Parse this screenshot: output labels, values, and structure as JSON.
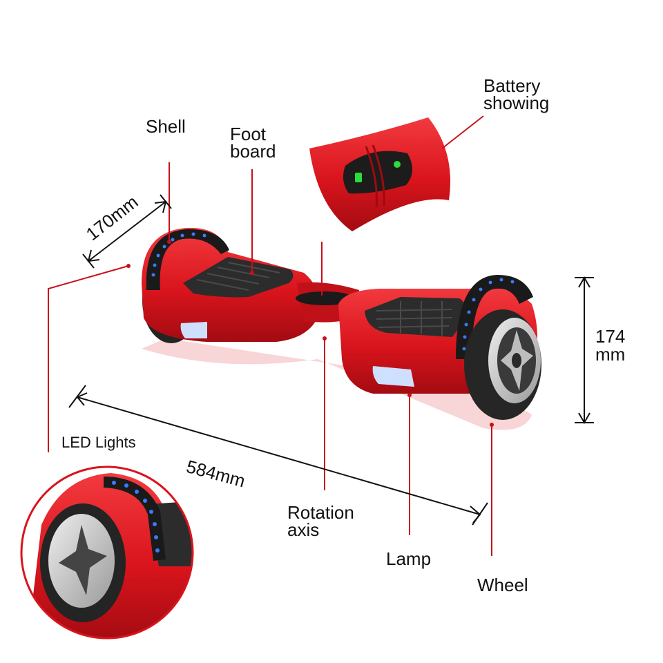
{
  "labels": {
    "shell": "Shell",
    "foot_board_1": "Foot",
    "foot_board_2": "board",
    "battery_1": "Battery",
    "battery_2": "showing",
    "width_dim": "170mm",
    "height_dim_1": "174",
    "height_dim_2": "mm",
    "length_dim": "584mm",
    "led_lights": "LED Lights",
    "rotation_1": "Rotation",
    "rotation_2": "axis",
    "lamp": "Lamp",
    "wheel": "Wheel"
  },
  "colors": {
    "body_red": "#d9141c",
    "dark_red": "#9e0a10",
    "leader_line": "#c8101a",
    "tire": "#2a2a2a",
    "led_blue": "#3a7bff",
    "battery_green": "#2bdc3a"
  },
  "icons": {
    "hoverboard": "hoverboard-illustration",
    "battery_panel": "battery-indicator-illustration",
    "led_zoom": "led-wheel-zoom-illustration"
  }
}
